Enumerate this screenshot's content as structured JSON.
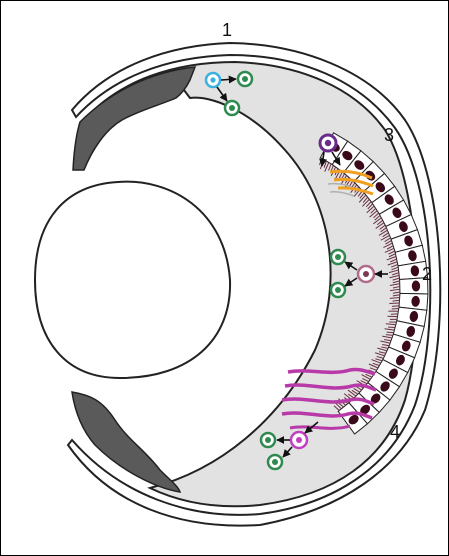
{
  "labels": {
    "one": "1",
    "two": "2",
    "three": "3",
    "four": "4"
  },
  "colors": {
    "outline": "#222222",
    "vitreous_fill": "#e2e2e2",
    "dark_layer": "#5a5a5a",
    "cell_green": "#2f8a4f",
    "cell_blue": "#3ab0e0",
    "cell_purple": "#6a2c8c",
    "cell_mauve": "#b06c8a",
    "cell_pink": "#c040c0",
    "orange_fibers": "#f0a020",
    "magenta_fibers": "#b83aa8",
    "epithelium_nucleus": "#3a0a1a"
  }
}
